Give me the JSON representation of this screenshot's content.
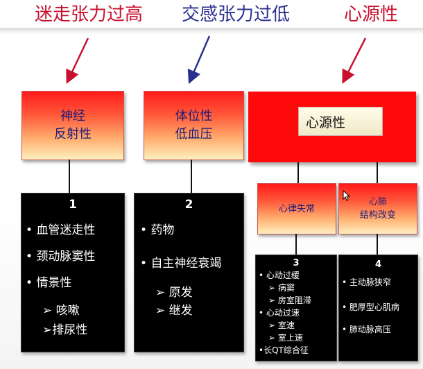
{
  "headers": {
    "vasovagal": "迷走张力过高",
    "sympathetic": "交感张力过低",
    "cardiac": "心源性"
  },
  "categories": {
    "reflex": [
      "神经",
      "反射性"
    ],
    "orthostatic": [
      "体位性",
      "低血压"
    ],
    "cardiac": "心源性",
    "arrhythmia": "心律失常",
    "structural": [
      "心肺",
      "结构改变"
    ]
  },
  "box1": {
    "number": "1",
    "items": [
      "血管迷走性",
      "颈动脉窦性",
      "情景性"
    ],
    "subitems": [
      "咳嗽",
      "排尿性"
    ]
  },
  "box2": {
    "number": "2",
    "items": [
      "药物",
      "自主神经衰竭"
    ],
    "subitems": [
      "原发",
      "继发"
    ]
  },
  "box3": {
    "number": "3",
    "brady": "心动过缓",
    "brady_sub": [
      "病窦",
      "房室阻滞"
    ],
    "tachy": "心动过速",
    "tachy_sub": [
      "室速",
      "室上速"
    ],
    "lqt": "长QT综合征"
  },
  "box4": {
    "number": "4",
    "items": [
      "主动脉狭窄",
      "肥厚型心肌病",
      "肺动脉高压"
    ]
  },
  "icons": {
    "bullet": "•",
    "sub_arrow": "➢"
  },
  "colors": {
    "header_red": "#c8102e",
    "header_blue": "#2a2f8f",
    "cardiac_red": "#ff0a0a"
  }
}
